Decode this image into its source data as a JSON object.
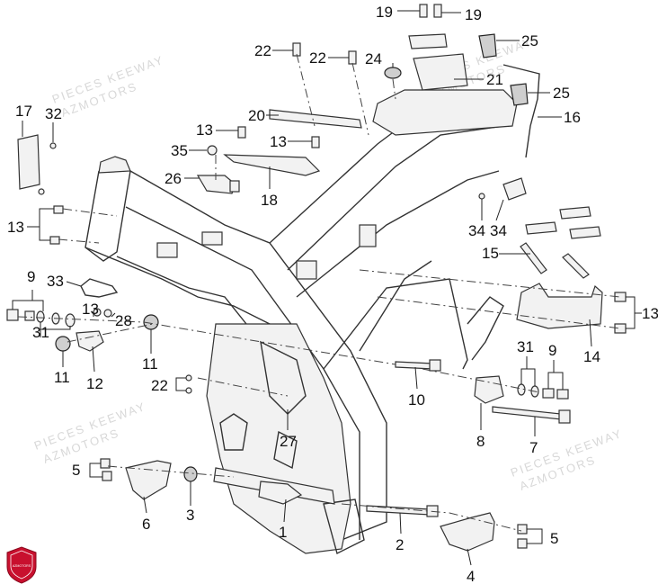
{
  "diagram": {
    "callouts": {
      "c1": "1",
      "c2": "2",
      "c3": "3",
      "c4": "4",
      "c5a": "5",
      "c5b": "5",
      "c6": "6",
      "c7": "7",
      "c8": "8",
      "c9a": "9",
      "c9b": "9",
      "c10": "10",
      "c11a": "11",
      "c11b": "11",
      "c12": "12",
      "c13a": "13",
      "c13b": "13",
      "c13c": "13",
      "c13d": "13",
      "c13e": "13",
      "c14": "14",
      "c15": "15",
      "c16": "16",
      "c17": "17",
      "c18": "18",
      "c19a": "19",
      "c19b": "19",
      "c20": "20",
      "c21": "21",
      "c22a": "22",
      "c22b": "22",
      "c22c": "22",
      "c24": "24",
      "c25a": "25",
      "c25b": "25",
      "c26": "26",
      "c27": "27",
      "c28": "28",
      "c31a": "31",
      "c31b": "31",
      "c32": "32",
      "c33": "33",
      "c34a": "34",
      "c34b": "34",
      "c35": "35"
    },
    "watermarks": {
      "w1": "PIECES KEEWAY",
      "w2": "AZMOTORS",
      "w3": "PIECES KEEWAY",
      "w4": "AZMOTORS",
      "w5": "PIECES KEEWAY",
      "w6": "AZMOTORS",
      "w7": "PIECES KEEWAY",
      "w8": "AZMOTORS"
    },
    "logo_text": "AZMOTORS"
  }
}
